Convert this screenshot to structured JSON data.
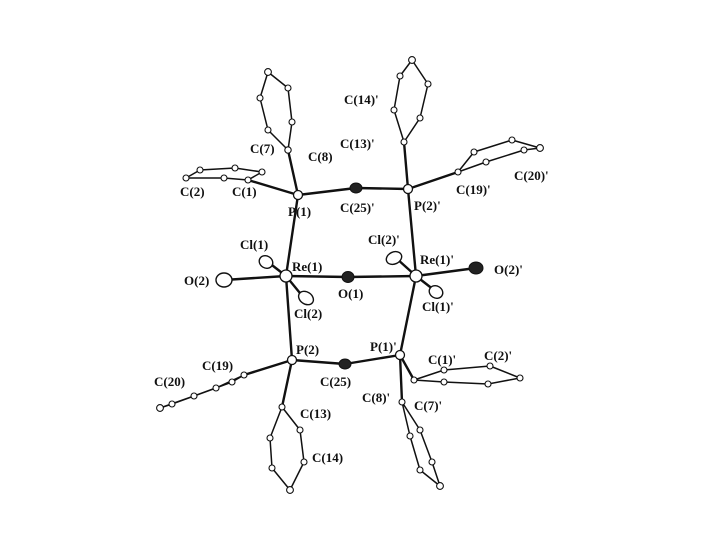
{
  "labels": {
    "c14p": "C(14)'",
    "c13p": "C(13)'",
    "c7": "C(7)",
    "c8": "C(8)",
    "c2": "C(2)",
    "c1": "C(1)",
    "p1": "P(1)",
    "c25p": "C(25)'",
    "p2p": "P(2)'",
    "c19p": "C(19)'",
    "c20p": "C(20)'",
    "cl1": "Cl(1)",
    "re1": "Re(1)",
    "cl2p": "Cl(2)'",
    "re1p": "Re(1)'",
    "o2": "O(2)",
    "o1": "O(1)",
    "o2p": "O(2)'",
    "cl2": "Cl(2)",
    "cl1p": "Cl(1)'",
    "p2": "P(2)",
    "p1p": "P(1)'",
    "c1p": "C(1)'",
    "c2p": "C(2)'",
    "c19": "C(19)",
    "c20": "C(20)",
    "c25": "C(25)",
    "c8p": "C(8)'",
    "c7p": "C(7)'",
    "c13": "C(13)",
    "c14": "C(14)"
  }
}
